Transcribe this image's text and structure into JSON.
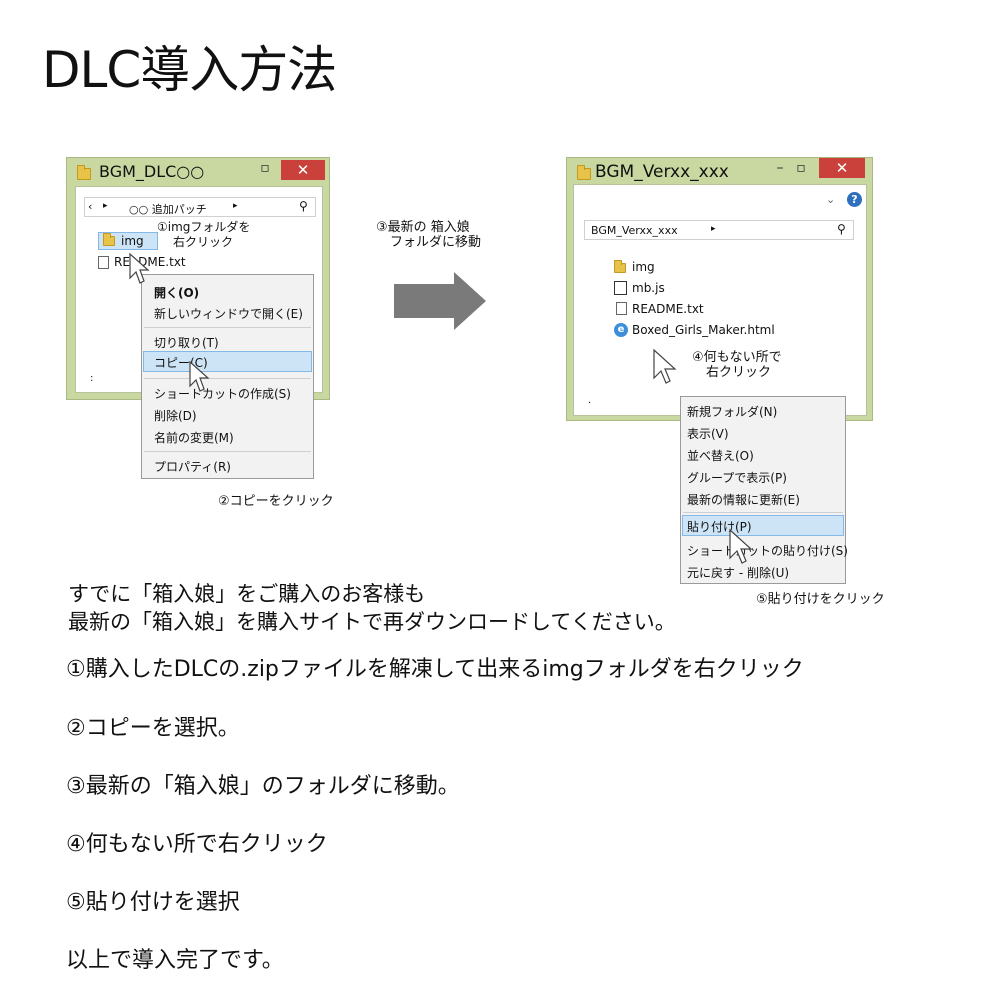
{
  "title": "DLC導入方法",
  "left_window": {
    "title": "BGM_DLC○○",
    "address": "○○ 追加パッチ",
    "items": [
      "img",
      "README.txt"
    ],
    "callout": [
      "①imgフォルダを",
      "右クリック"
    ],
    "menu": {
      "items": [
        "開く(O)",
        "新しいウィンドウで開く(E)",
        "切り取り(T)",
        "コピー(C)",
        "ショートカットの作成(S)",
        "削除(D)",
        "名前の変更(M)",
        "プロパティ(R)"
      ]
    },
    "caption": "②コピーをクリック"
  },
  "arrow_label": [
    "③最新の 箱入娘",
    "フォルダに移動"
  ],
  "right_window": {
    "title": "BGM_Verxx_xxx",
    "address": "BGM_Verxx_xxx",
    "items": [
      "img",
      "mb.js",
      "README.txt",
      "Boxed_Girls_Maker.html"
    ],
    "callout": [
      "④何もない所で",
      "右クリック"
    ],
    "menu": {
      "items": [
        "新規フォルダ(N)",
        "表示(V)",
        "並べ替え(O)",
        "グループで表示(P)",
        "最新の情報に更新(E)",
        "貼り付け(P)",
        "ショートカットの貼り付け(S)",
        "元に戻す - 削除(U)"
      ]
    },
    "caption": "⑤貼り付けをクリック"
  },
  "intro": [
    "すでに「箱入娘」をご購入のお客様も",
    "最新の「箱入娘」を購入サイトで再ダウンロードしてください。"
  ],
  "steps": [
    "①購入したDLCの.zipファイルを解凍して出来るimgフォルダを右クリック",
    "②コピーを選択。",
    "③最新の「箱入娘」のフォルダに移動。",
    "④何もない所で右クリック",
    "⑤貼り付けを選択"
  ],
  "footer": "以上で導入完了です。",
  "colors": {
    "window_frame": "#c9d8a0",
    "close_button": "#c9413a",
    "menu_highlight": "#cde4f7",
    "arrow": "#7a7a7a"
  }
}
